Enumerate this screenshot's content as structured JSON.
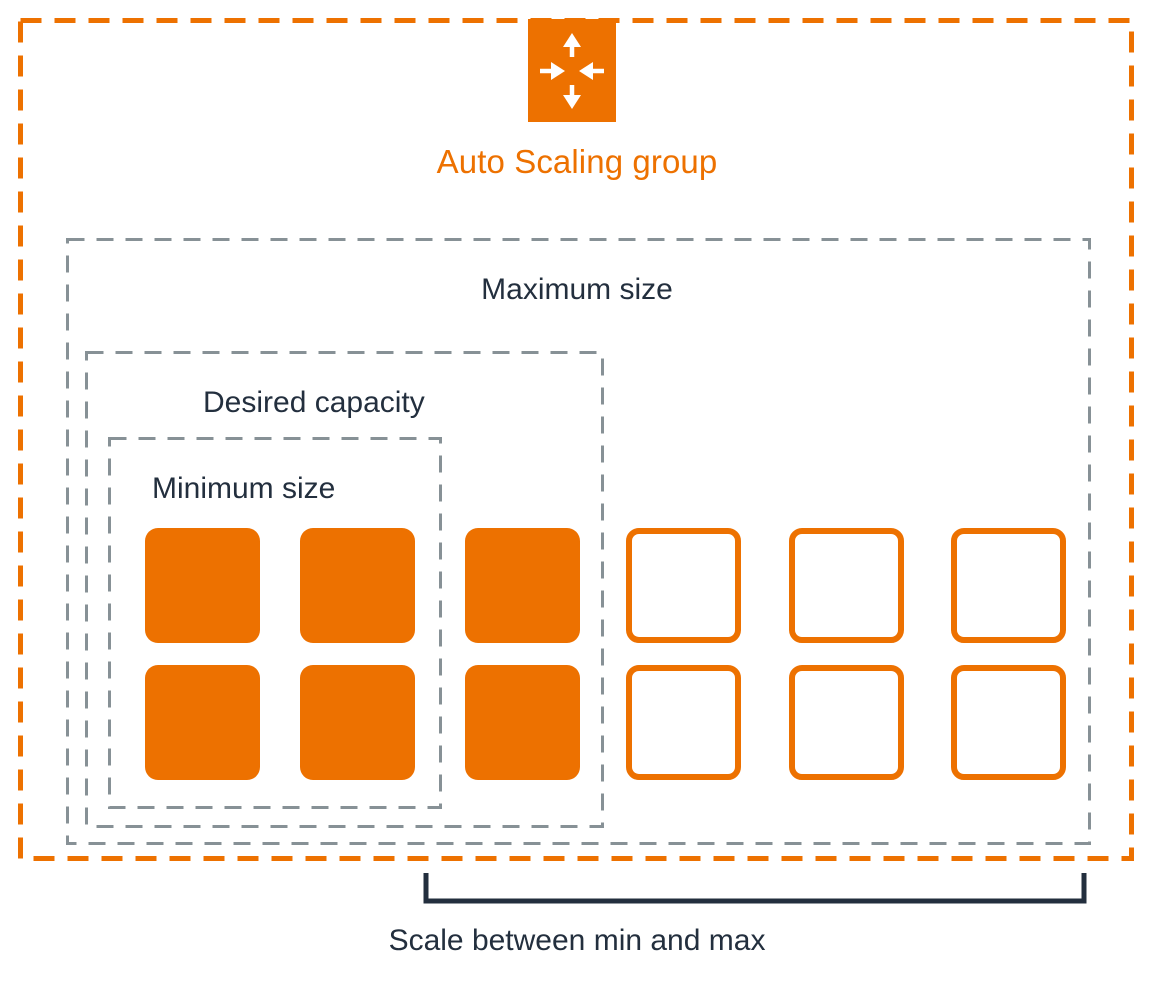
{
  "diagram": {
    "title": "Auto Scaling group",
    "caption": "Scale between min and max",
    "icon_name": "auto-scaling-group-icon",
    "colors": {
      "orange": "#ED7100",
      "gray_dash": "#879196",
      "text_dark": "#232F3E",
      "bracket": "#232F3E",
      "background": "#FFFFFF"
    },
    "boxes": [
      {
        "id": "max",
        "label": "Maximum size",
        "border_style": "dashed",
        "border_color": "#879196"
      },
      {
        "id": "desired",
        "label": "Desired capacity",
        "border_style": "dashed",
        "border_color": "#879196"
      },
      {
        "id": "min",
        "label": "Minimum size",
        "border_style": "dashed",
        "border_color": "#879196"
      }
    ],
    "group_border": {
      "style": "dashed",
      "color": "#ED7100"
    },
    "instances": {
      "columns": 6,
      "rows": 2,
      "filled_columns": 3,
      "outlined_columns": 3,
      "total": 12,
      "filled_count": 6,
      "outlined_count": 6
    },
    "bracket": {
      "label": "Scale between min and max"
    }
  }
}
